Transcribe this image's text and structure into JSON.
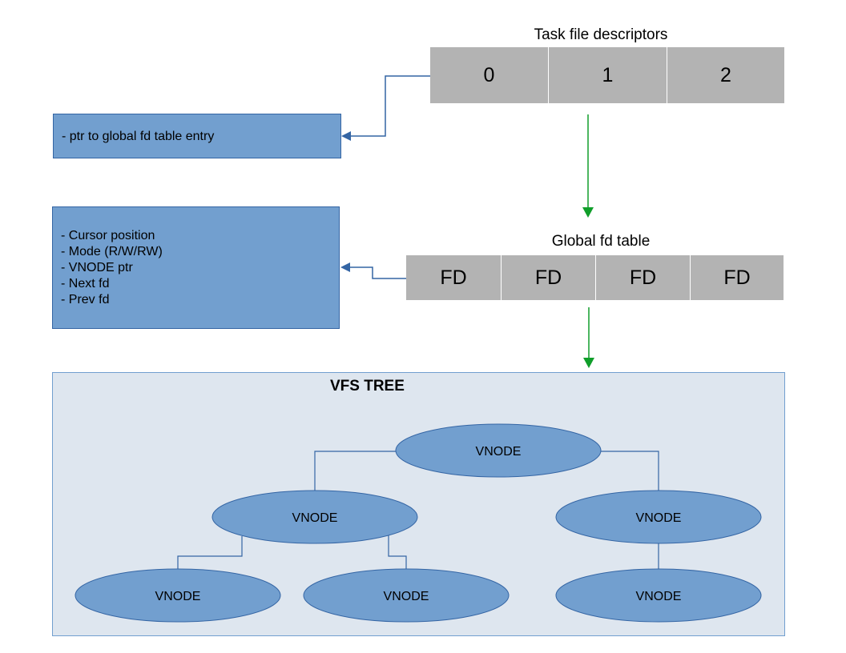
{
  "task_fd": {
    "title": "Task file descriptors",
    "cells": [
      "0",
      "1",
      "2"
    ]
  },
  "ptr_box": {
    "lines": [
      "- ptr to global fd table entry"
    ]
  },
  "global_fd": {
    "title": "Global fd table",
    "cells": [
      "FD",
      "FD",
      "FD",
      "FD"
    ]
  },
  "fd_info_box": {
    "lines": [
      "- Cursor position",
      "- Mode (R/W/RW)",
      "- VNODE ptr",
      "- Next fd",
      "- Prev fd"
    ]
  },
  "vfs": {
    "title": "VFS TREE",
    "nodes": {
      "root": "VNODE",
      "left": "VNODE",
      "right": "VNODE",
      "left_left": "VNODE",
      "left_right": "VNODE",
      "right_child": "VNODE"
    }
  },
  "colors": {
    "cell_fill": "#b3b3b3",
    "box_fill": "#729fcf",
    "box_border": "#3465a4",
    "panel_fill": "#dee6ef",
    "blue_arrow": "#3465a4",
    "green_arrow": "#109e2a",
    "tree_line": "#3465a4"
  }
}
